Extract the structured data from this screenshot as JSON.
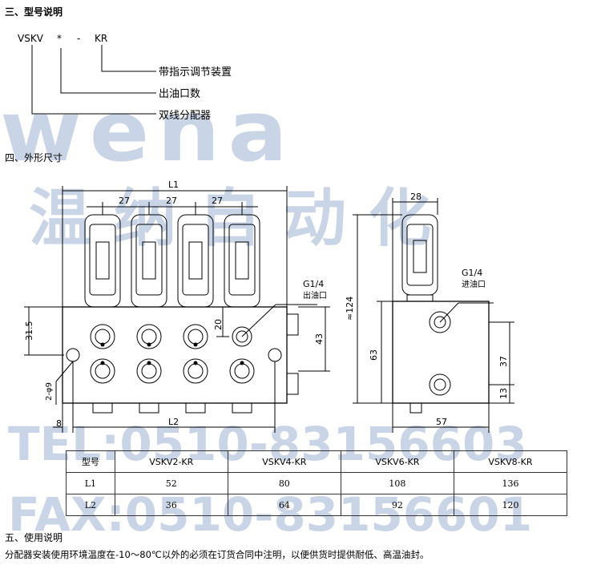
{
  "section3": {
    "title": "三、型号说明",
    "model_code": "VSKV",
    "model_star": "*",
    "model_dash": "-",
    "model_suffix": "KR",
    "legend": [
      "带指示调节装置",
      "出油口数",
      "双线分配器"
    ]
  },
  "section4": {
    "title": "四、外形尺寸",
    "dims": {
      "l1": "L1",
      "l2": "L2",
      "d27": "27",
      "d31_5": "31.5",
      "d20": "20",
      "d43": "43",
      "d8": "8",
      "phi": "2-φ9",
      "g14": "G1/4",
      "outlet": "出油口",
      "d28": "28",
      "d124": "≈124",
      "d63": "63",
      "d37": "37",
      "d13": "13",
      "d57": "57",
      "inlet": "进油口"
    }
  },
  "table": {
    "headers": [
      "型号",
      "VSKV2-KR",
      "VSKV4-KR",
      "VSKV6-KR",
      "VSKV8-KR"
    ],
    "rows": [
      [
        "L1",
        "52",
        "80",
        "108",
        "136"
      ],
      [
        "L2",
        "36",
        "64",
        "92",
        "120"
      ]
    ]
  },
  "section5": {
    "title": "五、使用说明",
    "text": "分配器安装使用环境温度在-10～80℃以外的必须在订货合同中注明，以便供货时提供耐低、高温油封。"
  },
  "watermark": {
    "logo": "wena",
    "cn": "温纳自动化",
    "tel": "TEL:0510-83156603",
    "fax": "FAX:0510-83156601"
  }
}
